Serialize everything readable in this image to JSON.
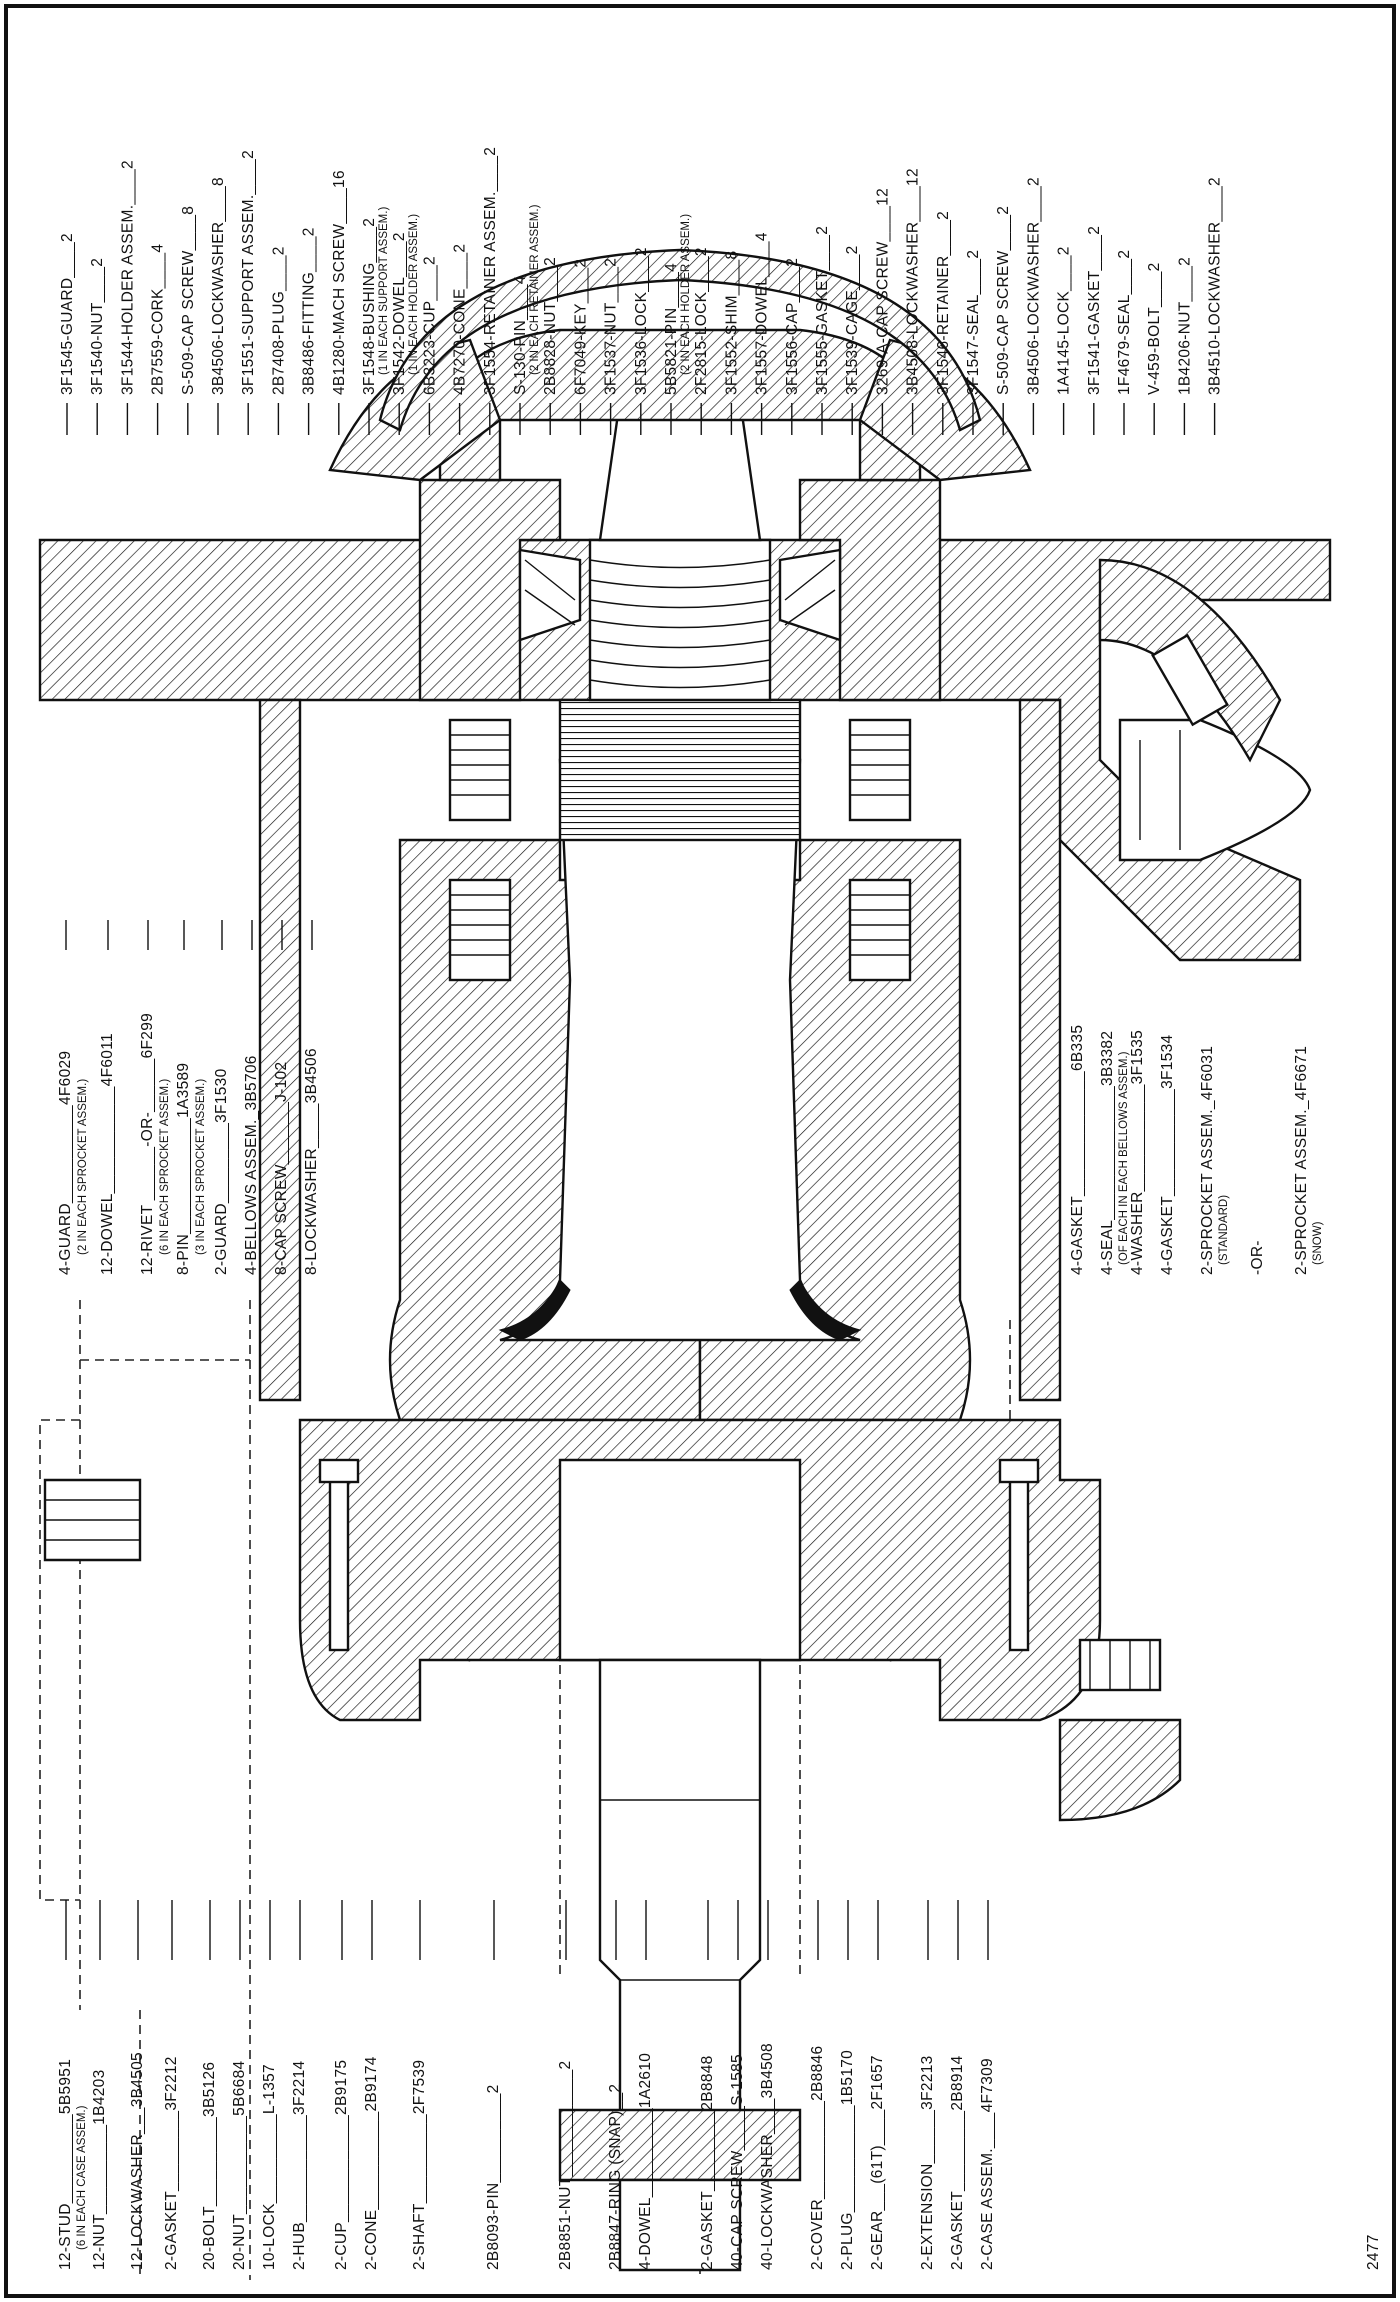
{
  "figure_number": "2477",
  "labels_top": [
    {
      "qty": "2",
      "part": "3F1545",
      "name": "GUARD",
      "sub": ""
    },
    {
      "qty": "2",
      "part": "3F1540",
      "name": "NUT",
      "sub": ""
    },
    {
      "qty": "2",
      "part": "3F1544",
      "name": "HOLDER ASSEM.",
      "sub": ""
    },
    {
      "qty": "4",
      "part": "2B7559",
      "name": "CORK",
      "sub": ""
    },
    {
      "qty": "8",
      "part": "S-509",
      "name": "CAP SCREW",
      "sub": ""
    },
    {
      "qty": "8",
      "part": "3B4506",
      "name": "LOCKWASHER",
      "sub": ""
    },
    {
      "qty": "2",
      "part": "3F1551",
      "name": "SUPPORT ASSEM.",
      "sub": ""
    },
    {
      "qty": "2",
      "part": "2B7408",
      "name": "PLUG",
      "sub": ""
    },
    {
      "qty": "2",
      "part": "3B8486",
      "name": "FITTING",
      "sub": ""
    },
    {
      "qty": "16",
      "part": "4B1280",
      "name": "MACH SCREW",
      "sub": ""
    },
    {
      "qty": "2",
      "part": "3F1548",
      "name": "BUSHING",
      "sub": "(1 IN EACH SUPPORT ASSEM.)"
    },
    {
      "qty": "2",
      "part": "3F1542",
      "name": "DOWEL",
      "sub": "(1 IN EACH HOLDER ASSEM.)"
    },
    {
      "qty": "2",
      "part": "6B3223",
      "name": "CUP",
      "sub": ""
    },
    {
      "qty": "2",
      "part": "4B7270",
      "name": "CONE",
      "sub": ""
    },
    {
      "qty": "2",
      "part": "3F1554",
      "name": "RETAINER ASSEM.",
      "sub": ""
    },
    {
      "qty": "4",
      "part": "S-130",
      "name": "PIN",
      "sub": "(2 IN EACH RETAINER ASSEM.)"
    },
    {
      "qty": "2",
      "part": "2B8828",
      "name": "NUT",
      "sub": ""
    },
    {
      "qty": "2",
      "part": "6F7049",
      "name": "KEY",
      "sub": ""
    },
    {
      "qty": "2",
      "part": "3F1537",
      "name": "NUT",
      "sub": ""
    },
    {
      "qty": "2",
      "part": "3F1536",
      "name": "LOCK",
      "sub": ""
    },
    {
      "qty": "4",
      "part": "5B5821",
      "name": "PIN",
      "sub": "(2 IN EACH HOLDER ASSEM.)"
    },
    {
      "qty": "2",
      "part": "2F2815",
      "name": "LOCK",
      "sub": ""
    },
    {
      "qty": "8",
      "part": "3F1552",
      "name": "SHIM",
      "sub": ""
    },
    {
      "qty": "4",
      "part": "3F1557",
      "name": "DOWEL",
      "sub": ""
    },
    {
      "qty": "2",
      "part": "3F1556",
      "name": "CAP",
      "sub": ""
    },
    {
      "qty": "2",
      "part": "3F1555",
      "name": "GASKET",
      "sub": ""
    },
    {
      "qty": "2",
      "part": "3F1539",
      "name": "CAGE",
      "sub": ""
    },
    {
      "qty": "12",
      "part": "3269-A",
      "name": "CAP SCREW",
      "sub": ""
    },
    {
      "qty": "12",
      "part": "3B4508",
      "name": "LOCKWASHER",
      "sub": ""
    },
    {
      "qty": "2",
      "part": "3F1546",
      "name": "RETAINER",
      "sub": ""
    },
    {
      "qty": "2",
      "part": "3F1547",
      "name": "SEAL",
      "sub": ""
    },
    {
      "qty": "2",
      "part": "S-509",
      "name": "CAP SCREW",
      "sub": ""
    },
    {
      "qty": "2",
      "part": "3B4506",
      "name": "LOCKWASHER",
      "sub": ""
    },
    {
      "qty": "2",
      "part": "1A4145",
      "name": "LOCK",
      "sub": ""
    },
    {
      "qty": "2",
      "part": "3F1541",
      "name": "GASKET",
      "sub": ""
    },
    {
      "qty": "2",
      "part": "1F4679",
      "name": "SEAL",
      "sub": ""
    },
    {
      "qty": "2",
      "part": "V-459",
      "name": "BOLT",
      "sub": ""
    },
    {
      "qty": "2",
      "part": "1B4206",
      "name": "NUT",
      "sub": ""
    },
    {
      "qty": "2",
      "part": "3B4510",
      "name": "LOCKWASHER",
      "sub": ""
    }
  ],
  "labels_middle": [
    {
      "text": "4-GUARD___________4F6029",
      "sub": "(2 IN EACH SPROCKET ASSEM.)"
    },
    {
      "text": "12-DOWEL____________4F6011",
      "sub": ""
    },
    {
      "text": "12-RIVET ______-OR-______6F299",
      "sub": "(6 IN EACH SPROCKET ASSEM.)"
    },
    {
      "text": "8-PIN_____________1A3589",
      "sub": "(3 IN EACH SPROCKET ASSEM.)"
    },
    {
      "text": "2-GUARD_________3F1530",
      "sub": ""
    },
    {
      "text": "4-BELLOWS ASSEM._3B5706",
      "sub": ""
    },
    {
      "text": "8-CAP SCREW_______J-102",
      "sub": ""
    },
    {
      "text": "8-LOCKWASHER_____3B4506",
      "sub": ""
    }
  ],
  "labels_lower_middle": [
    {
      "text": "4-GASKET______________6B335",
      "sub": ""
    },
    {
      "text": "4-SEAL_______________3B3382",
      "sub": "(OF EACH IN EACH BELLOWS ASSEM.)"
    },
    {
      "text": "4-WASHER____________3F1535",
      "sub": ""
    },
    {
      "text": "4-GASKET____________3F1534",
      "sub": ""
    },
    {
      "text": "2-SPROCKET ASSEM._4F6031",
      "sub": "(STANDARD)"
    },
    {
      "text": "-OR-",
      "sub": ""
    },
    {
      "text": "2-SPROCKET ASSEM._4F6671",
      "sub": "(SNOW)"
    }
  ],
  "labels_bottom": [
    {
      "text": "12-STUD__________5B5951",
      "sub": "(6 IN EACH CASE ASSEM.)"
    },
    {
      "text": "12-NUT__________1B4203",
      "sub": ""
    },
    {
      "text": "12-LOCKWASHER___3B4505",
      "sub": ""
    },
    {
      "text": "2-GASKET_________3F2212",
      "sub": ""
    },
    {
      "text": "20-BOLT__________3B5126",
      "sub": ""
    },
    {
      "text": "20-NUT___________5B6684",
      "sub": ""
    },
    {
      "text": "10-LOCK__________L-1357",
      "sub": ""
    },
    {
      "text": "2-HUB____________3F2214",
      "sub": ""
    },
    {
      "text": "2-CUP____________2B9175",
      "sub": ""
    },
    {
      "text": "2-CONE___________2B9174",
      "sub": ""
    },
    {
      "text": "2-SHAFT__________2F7539",
      "sub": ""
    },
    {
      "text": "2B8093-PIN__________2",
      "sub": ""
    },
    {
      "text": "2B8851-NUT____________2",
      "sub": ""
    },
    {
      "text": "2B8847-RING (SNAP)__2",
      "sub": ""
    },
    {
      "text": "4-DOWEL__________1A2610",
      "sub": ""
    },
    {
      "text": "2-GASKET_________2B8848",
      "sub": ""
    },
    {
      "text": "40-CAP SCREW_____S-1585",
      "sub": ""
    },
    {
      "text": "40-LOCKWASHER____3B4508",
      "sub": ""
    },
    {
      "text": "2-COVER___________2B8846",
      "sub": ""
    },
    {
      "text": "2-PLUG____________1B5170",
      "sub": ""
    },
    {
      "text": "2-GEAR___(61T)____2F1657",
      "sub": ""
    },
    {
      "text": "2-EXTENSION______3F2213",
      "sub": ""
    },
    {
      "text": "2-GASKET_________2B8914",
      "sub": ""
    },
    {
      "text": "2-CASE ASSEM.____4F7309",
      "sub": ""
    }
  ]
}
